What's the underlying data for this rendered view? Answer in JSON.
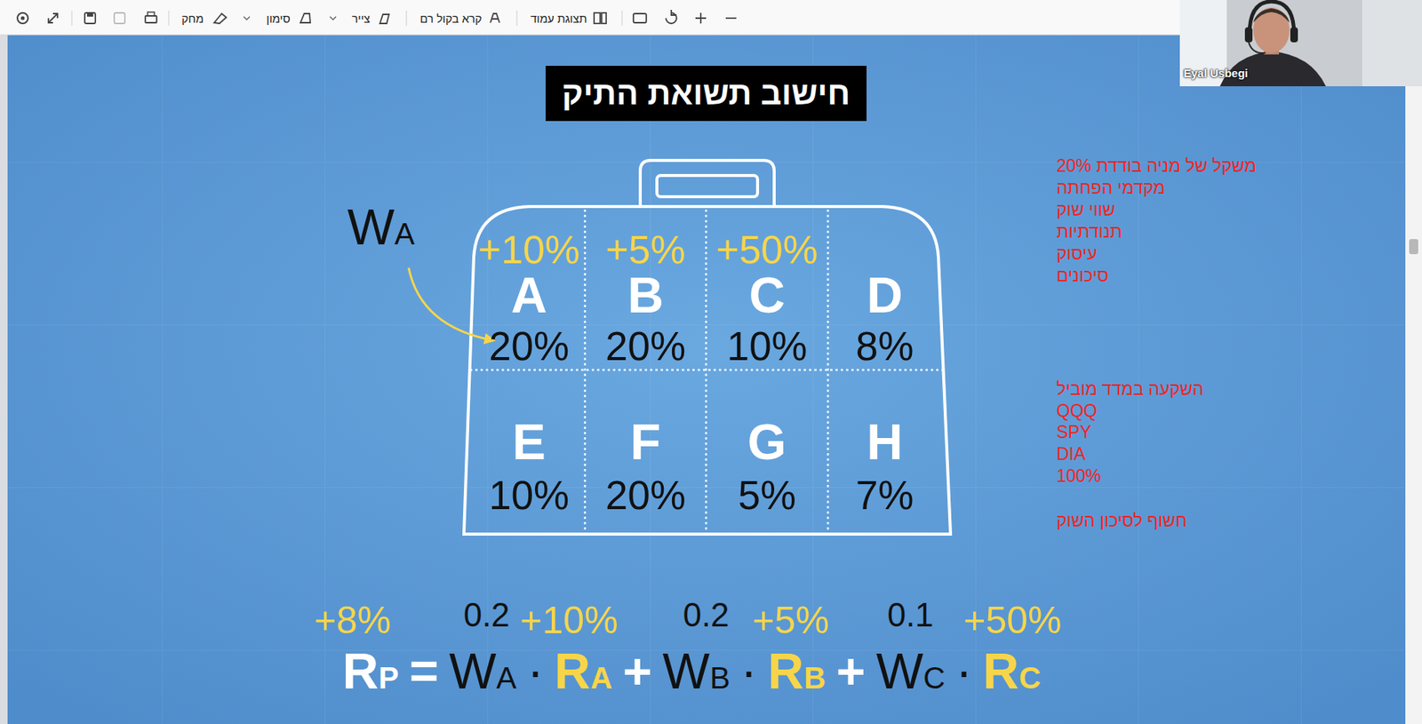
{
  "diagram": {
    "title": "חישוב תשואת התיק",
    "nodes": [
      {
        "text": [
          "+10%",
          "A",
          "20%"
        ]
      },
      {
        "text": [
          "+5%",
          "B",
          "20%"
        ]
      },
      {
        "text": [
          "+50%",
          "C",
          "10%"
        ]
      },
      {
        "text": [
          "D",
          "8%"
        ]
      },
      {
        "text": [
          "E",
          "10%"
        ]
      },
      {
        "text": [
          "F",
          "20%"
        ]
      },
      {
        "text": [
          "G",
          "5%"
        ]
      },
      {
        "text": [
          "H",
          "7%"
        ]
      }
    ],
    "labels": [
      "מחק",
      "סימון",
      "צייר",
      "קרא בקול רם",
      "תצוגת עמוד",
      "Eyal Usbegi",
      "WA",
      "משקל של מניה בודדת 20%",
      "מקדמי הפחתה",
      "שווי שוק",
      "תנודתיות",
      "עיסוק",
      "סיכונים",
      "השקעה במדד מוביל",
      "QQQ",
      "SPY",
      "DIA",
      "100%",
      "חשוף לסיכון השוק",
      "+8%",
      "0.2",
      "+10%",
      "0.2",
      "+5%",
      "0.1",
      "+50%",
      "RP",
      "=",
      "WA",
      "·",
      "RA",
      "+",
      "WB",
      "·",
      "RB",
      "+",
      "WC",
      "·",
      "RC"
    ]
  }
}
